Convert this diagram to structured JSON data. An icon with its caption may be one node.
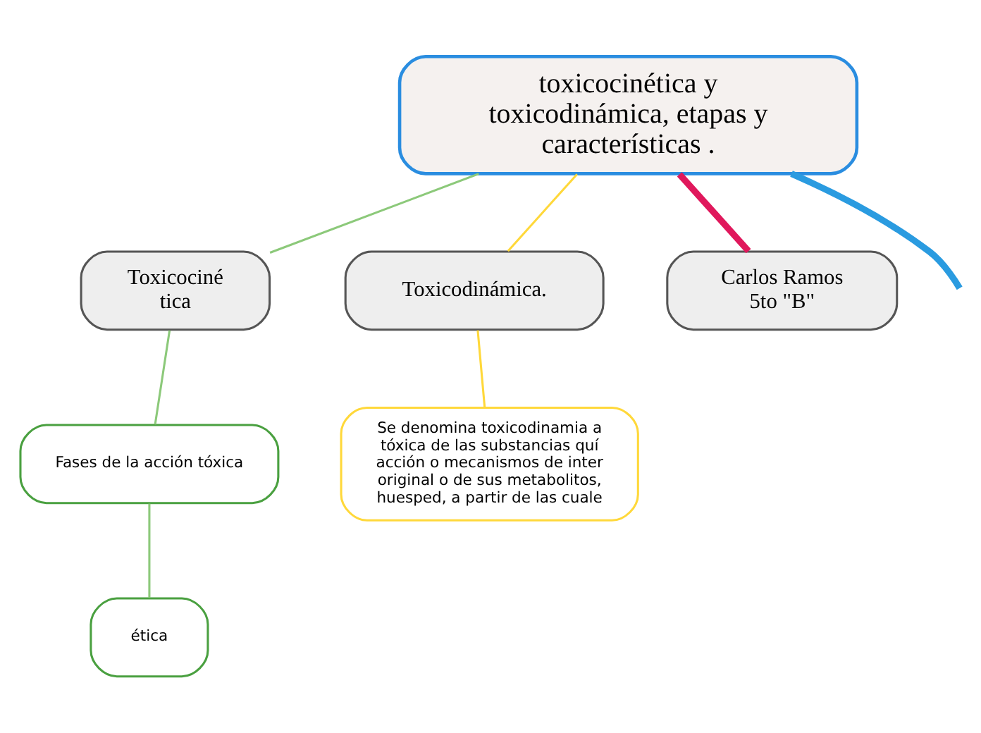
{
  "diagram": {
    "nodes": [
      {
        "text": [
          "toxicocinética y toxicodinámica, etapas y características ."
        ]
      },
      {
        "text": [
          "Toxicociné tica"
        ]
      },
      {
        "text": [
          "Fases de la acción tóxica"
        ]
      },
      {
        "text": [
          "ética"
        ]
      },
      {
        "text": [
          "Toxicodinámica."
        ]
      },
      {
        "text": [
          "Se denomina toxicodinamia a tóxica de las substancias quí acción o mecanismos de inter original o de sus metabolitos, huesped, a partir de las cuale"
        ]
      },
      {
        "text": [
          "Carlos Ramos 5to \"B\""
        ]
      }
    ],
    "edges": [
      {
        "from": 0,
        "to": 1,
        "arrow": "none",
        "color": "#8cc97a"
      },
      {
        "from": 1,
        "to": 2,
        "arrow": "none",
        "color": "#8cc97a"
      },
      {
        "from": 2,
        "to": 3,
        "arrow": "none",
        "color": "#8cc97a"
      },
      {
        "from": 0,
        "to": 4,
        "arrow": "none",
        "color": "#ffd83a"
      },
      {
        "from": 4,
        "to": 5,
        "arrow": "none",
        "color": "#ffd83a"
      },
      {
        "from": 0,
        "to": 6,
        "arrow": "none",
        "style": "thick",
        "color": "#e0185c"
      },
      {
        "from": 0,
        "to": null,
        "arrow": "none",
        "style": "thick",
        "color": "#2a9be0"
      }
    ]
  }
}
